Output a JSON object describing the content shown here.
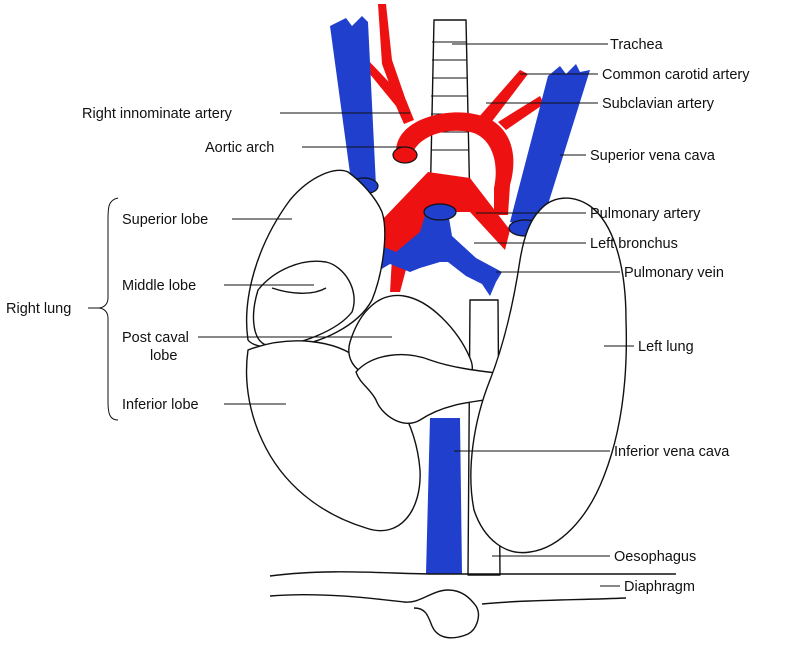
{
  "colors": {
    "vein": "#1f3fcc",
    "artery": "#ee1111",
    "outline": "#111111",
    "background": "#ffffff"
  },
  "labels": {
    "trachea": "Trachea",
    "common_carotid_artery": "Common carotid artery",
    "subclavian_artery": "Subclavian artery",
    "right_innominate_artery": "Right innominate artery",
    "aortic_arch": "Aortic arch",
    "superior_vena_cava": "Superior vena cava",
    "pulmonary_artery": "Pulmonary artery",
    "left_bronchus": "Left bronchus",
    "pulmonary_vein": "Pulmonary vein",
    "left_lung": "Left lung",
    "inferior_vena_cava": "Inferior vena cava",
    "oesophagus": "Oesophagus",
    "diaphragm": "Diaphragm",
    "right_lung": "Right lung",
    "superior_lobe": "Superior lobe",
    "middle_lobe": "Middle lobe",
    "post_caval_lobe_line1": "Post caval",
    "post_caval_lobe_line2": "lobe",
    "inferior_lobe": "Inferior lobe"
  }
}
